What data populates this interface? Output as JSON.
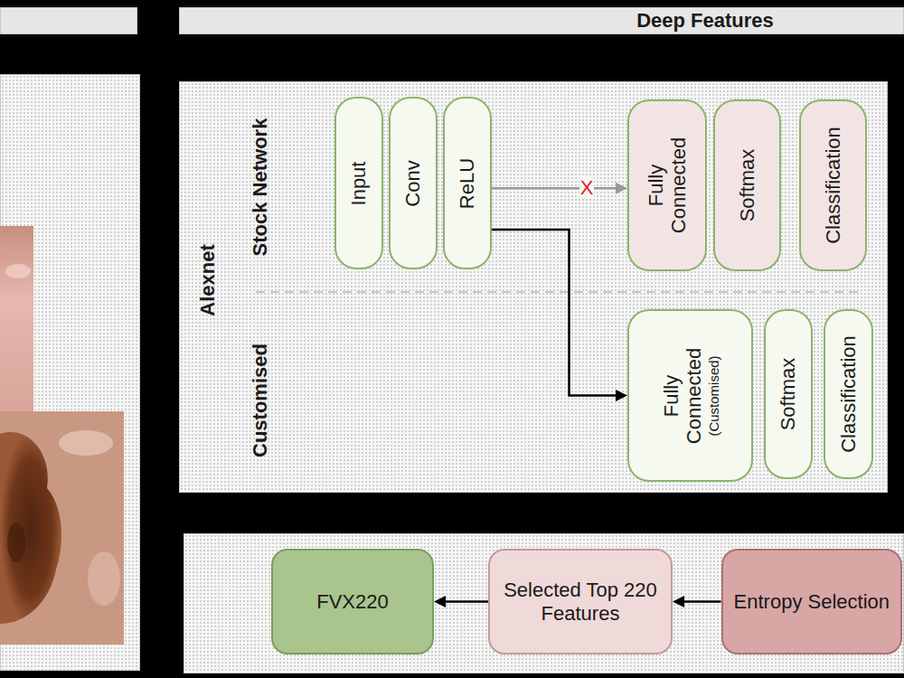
{
  "diagram": {
    "title": "Deep Features",
    "nodes": [
      {
        "text": [
          "Input"
        ]
      },
      {
        "text": [
          "Conv"
        ]
      },
      {
        "text": [
          "ReLU"
        ]
      },
      {
        "text": [
          "Fully Connected"
        ]
      },
      {
        "text": [
          "Softmax"
        ]
      },
      {
        "text": [
          "Classification"
        ]
      },
      {
        "text": [
          "Fully Connected",
          "(Customised)"
        ]
      },
      {
        "text": [
          "Softmax"
        ]
      },
      {
        "text": [
          "Classification"
        ]
      },
      {
        "text": [
          "FVX220"
        ]
      },
      {
        "text": [
          "Selected Top 220 Features"
        ]
      },
      {
        "text": [
          "Entropy Selection"
        ]
      }
    ],
    "edges": [
      {
        "from": 2,
        "to": 3,
        "arrow": "to",
        "label": "X"
      },
      {
        "from": 2,
        "to": 6,
        "arrow": "to"
      },
      {
        "from": 11,
        "to": 10,
        "arrow": "to"
      },
      {
        "from": 10,
        "to": 9,
        "arrow": "to"
      }
    ],
    "labels": [
      "Alexnet",
      "Stock Network",
      "Customised"
    ]
  }
}
